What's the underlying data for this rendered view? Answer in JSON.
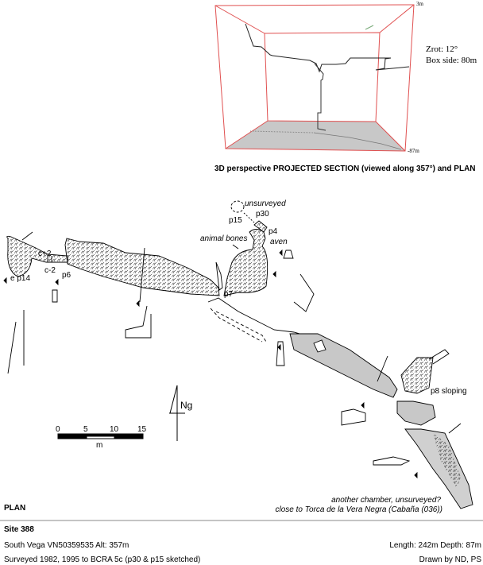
{
  "section3d": {
    "caption": "3D perspective PROJECTED SECTION (viewed along 357°) and PLAN",
    "zrot": "Zrot: 12°",
    "box_side": "Box side: 80m",
    "top_label": "3m",
    "bottom_label": "-87m",
    "box_color": "#e05050",
    "floor_color": "#c8c8c8"
  },
  "plan": {
    "title": "PLAN",
    "labels": {
      "c_plus2": "c+2",
      "c_minus2": "c-2",
      "e_p14": "e p14",
      "p6": "p6",
      "unsurveyed": "unsurveyed",
      "p30": "p30",
      "p15": "p15",
      "p4": "p4",
      "animal_bones": "animal bones",
      "aven": "aven",
      "p7": "p7",
      "p8": "p8 sloping",
      "another_chamber": "another chamber, unsurveyed?",
      "close_to": "close to Torca de la Vera Negra (Cabaña (036))"
    },
    "north_label": "Ng",
    "scale": {
      "ticks": [
        "0",
        "5",
        "10",
        "15"
      ],
      "unit": "m"
    },
    "fill_color": "#c8c8c8"
  },
  "footer": {
    "site": "Site 388",
    "location": "South Vega  VN50359535  Alt: 357m",
    "survey": "Surveyed 1982, 1995 to BCRA 5c (p30 & p15 sketched)",
    "length_depth": "Length: 242m  Depth: 87m",
    "drawn_by": "Drawn by ND, PS"
  }
}
